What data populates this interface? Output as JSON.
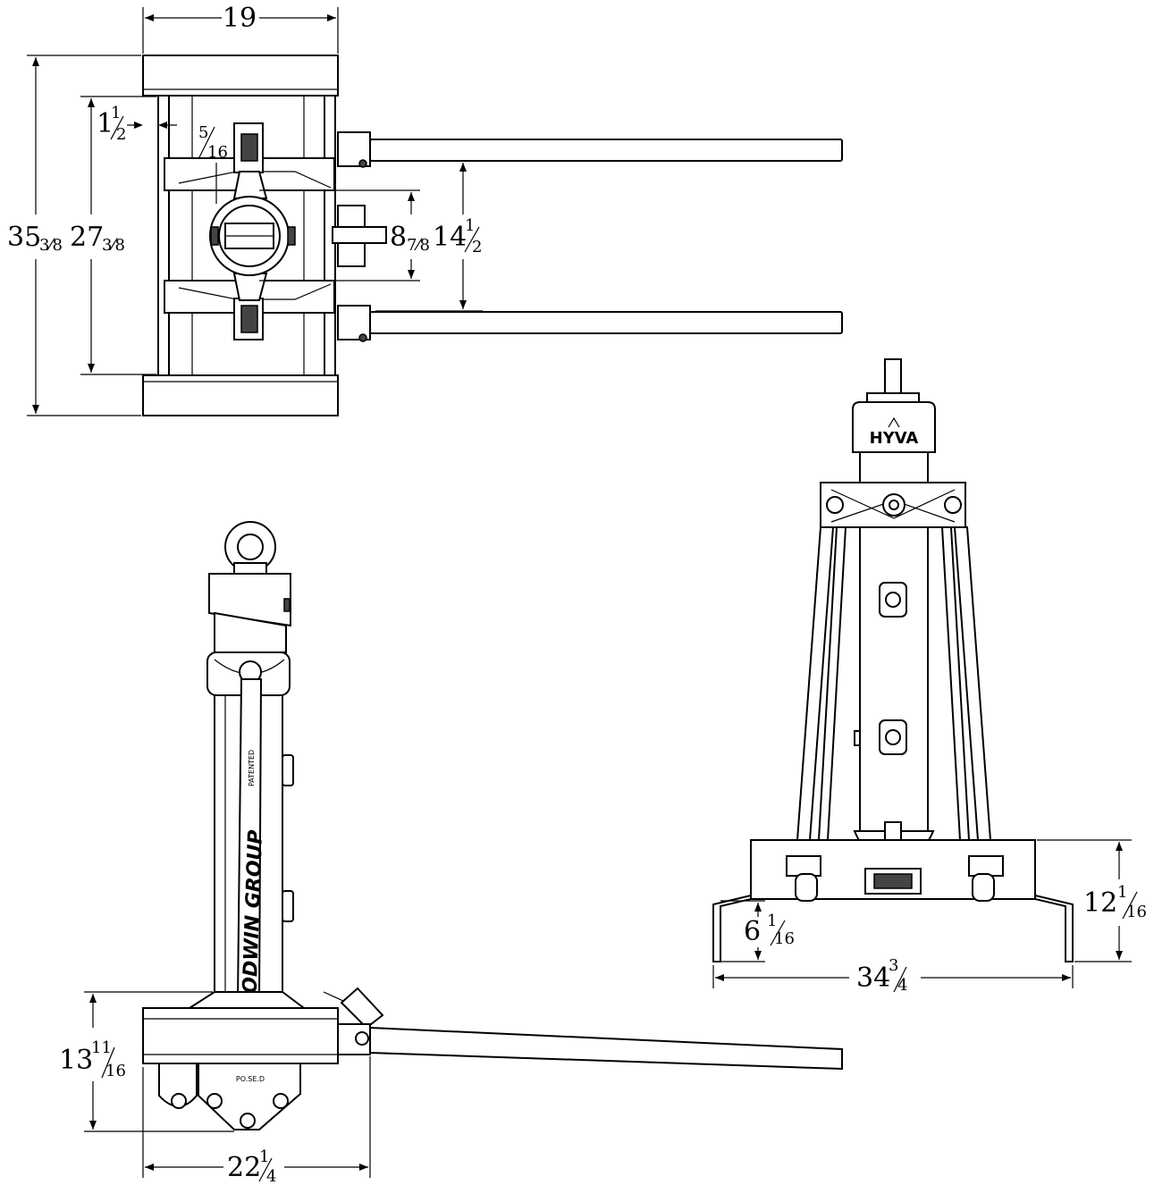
{
  "top_view": {
    "dim_width": "19",
    "dim_overall_whole": "35",
    "dim_overall_frac": "3⁄8",
    "dim_inner_whole": "27",
    "dim_inner_frac": "3⁄8",
    "dim_offset_whole": "1",
    "dim_offset_num": "1",
    "dim_offset_den": "2",
    "dim_small_num": "5",
    "dim_small_den": "16",
    "dim_center_whole": "8",
    "dim_center_frac": "7⁄8",
    "dim_fork_whole": "14",
    "dim_fork_num": "1",
    "dim_fork_den": "2"
  },
  "side_view": {
    "dim_height_whole": "13",
    "dim_height_num": "11",
    "dim_height_den": "16",
    "dim_length_whole": "22",
    "dim_length_num": "1",
    "dim_length_den": "4",
    "branding_company": "GODWIN GROUP",
    "branding_patent": "PATENTED",
    "branding_pto": "PO.SE.D"
  },
  "front_view": {
    "logo_text": "HYVA",
    "dim_height_whole": "12",
    "dim_height_num": "1",
    "dim_height_den": "16",
    "dim_foot_whole": "6",
    "dim_foot_num": "1",
    "dim_foot_den": "16",
    "dim_width_whole": "34",
    "dim_width_num": "3",
    "dim_width_den": "4"
  }
}
